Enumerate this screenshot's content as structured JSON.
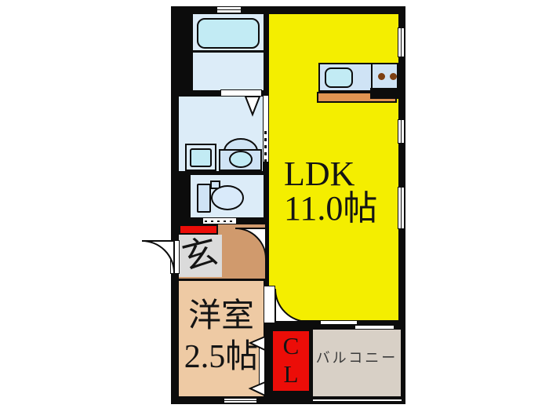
{
  "floorplan": {
    "rooms": {
      "ldk": {
        "name": "LDK",
        "area": "11.0帖"
      },
      "western": {
        "name": "洋室",
        "area": "2.5帖"
      },
      "closet": {
        "letter1": "C",
        "letter2": "L"
      },
      "balcony": {
        "name": "バルコニー"
      },
      "entrance": {
        "name": "玄"
      }
    },
    "colors": {
      "wall": "#0c0c0c",
      "ldk_yellow": "#f4ee00",
      "wet_room_blue": "#dcecf8",
      "fixture_blue": "#cfe3f5",
      "water_cyan": "#c2ebf4",
      "hallway_tan": "#d09a6d",
      "western_peach": "#eecaa4",
      "entrance_gray": "#dbdbdb",
      "accent_red": "#ec0d08",
      "balcony_beige": "#d8d0c6",
      "counter_edge_orange": "#df9351",
      "burner_brown": "#7d3f12"
    }
  }
}
